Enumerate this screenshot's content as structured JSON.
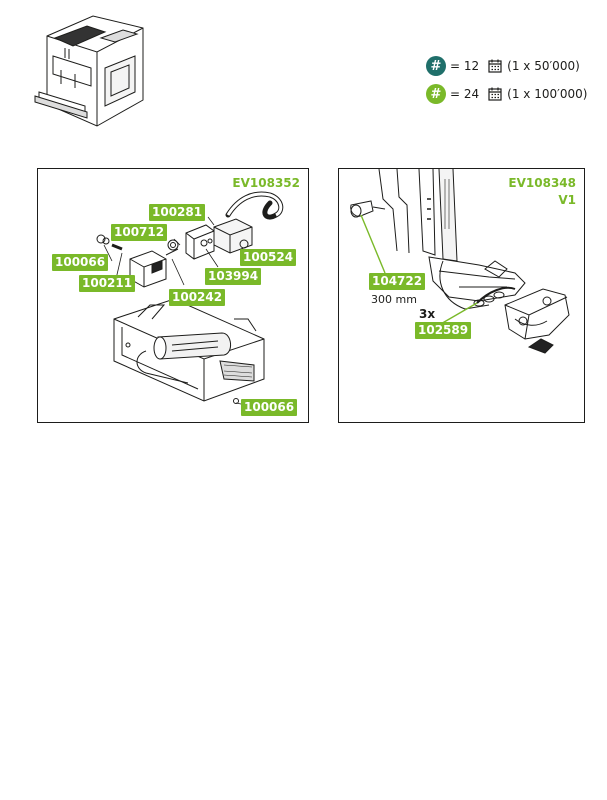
{
  "legend": [
    {
      "badge": "#",
      "equals": "= 12",
      "interval": "(1 x 50′000)",
      "color": "#1f6f6a",
      "icon": "calendar-icon"
    },
    {
      "badge": "#",
      "equals": "= 24",
      "interval": "(1 x 100′000)",
      "color": "#7ab929",
      "icon": "calendar-icon"
    }
  ],
  "colors": {
    "accent_green": "#7ab929",
    "line": "#1d1d1b"
  },
  "panels": [
    {
      "code": "EV108352",
      "parts": [
        "100281",
        "100712",
        "100524",
        "100066",
        "103994",
        "100211",
        "100242",
        "100066"
      ]
    },
    {
      "code": "EV108348",
      "variant": "V1",
      "parts": [
        "104722",
        "102589"
      ],
      "length_note": "300 mm",
      "quantity": "3x"
    }
  ]
}
